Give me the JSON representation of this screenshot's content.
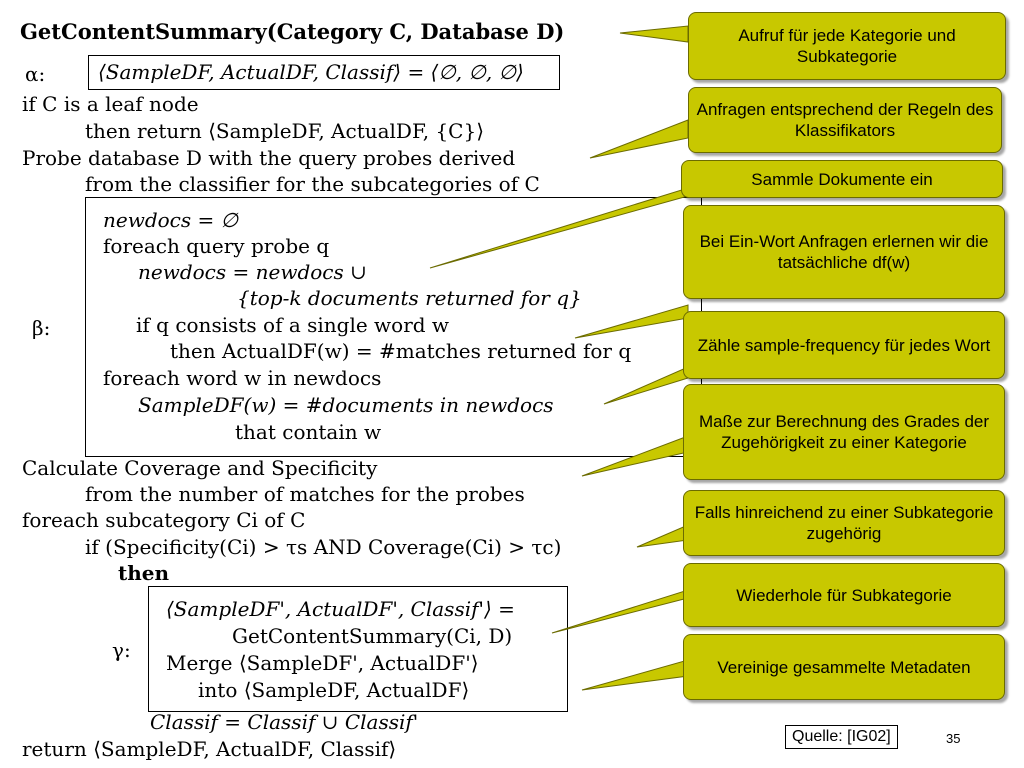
{
  "algorithm": {
    "title": "GetContentSummary(Category C, Database D)",
    "alpha_label": "α:",
    "alpha_expr": "⟨SampleDF, ActualDF, Classif⟩ = ⟨∅, ∅, ∅⟩",
    "l_if_leaf": "if C is a leaf node",
    "l_then_return": "then return ⟨SampleDF, ActualDF, {C}⟩",
    "l_probe1": "Probe database D with the query probes derived",
    "l_probe2": "from the classifier for the subcategories of C",
    "beta_label": "β:",
    "b1": "newdocs = ∅",
    "b2": "foreach query probe q",
    "b3": "newdocs = newdocs ∪",
    "b4": "{top-k documents returned for q}",
    "b5": "if q consists of a single word w",
    "b6": "then ActualDF(w) = #matches returned for q",
    "b7": "foreach word w in newdocs",
    "b8": "SampleDF(w) = #documents in newdocs",
    "b9": "that contain w",
    "l_calc1": "Calculate Coverage and Specificity",
    "l_calc2": "from the number of matches for the probes",
    "l_foreach_sub": "foreach subcategory Ci of C",
    "l_if_spec": "if (Specificity(Ci) > τs AND Coverage(Ci) > τc)",
    "l_then": "then",
    "gamma_label": "γ:",
    "g1": "⟨SampleDF', ActualDF', Classif'⟩ =",
    "g2": "GetContentSummary(Ci, D)",
    "g3": "Merge ⟨SampleDF', ActualDF'⟩",
    "g4": "into ⟨SampleDF, ActualDF⟩",
    "l_classif": "Classif = Classif ∪ Classif'",
    "l_return": "return ⟨SampleDF, ActualDF, Classif⟩"
  },
  "callouts": [
    {
      "text": "Aufruf für jede Kategorie und Subkategorie"
    },
    {
      "text": "Anfragen entsprechend der Regeln des Klassifikators"
    },
    {
      "text": "Sammle Dokumente ein"
    },
    {
      "text": "Bei Ein-Wort Anfragen erlernen wir die tatsächliche df(w)"
    },
    {
      "text": "Zähle sample-frequency für jedes Wort"
    },
    {
      "text": "Maße zur Berechnung des Grades der Zugehörigkeit zu einer Kategorie"
    },
    {
      "text": "Falls hinreichend zu einer Subkategorie zugehörig"
    },
    {
      "text": "Wiederhole für Subkategorie"
    },
    {
      "text": "Vereinige gesammelte Metadaten"
    }
  ],
  "footer": {
    "source": "Quelle: [IG02]",
    "page_number": "35"
  },
  "colors": {
    "callout_fill": "#c8c800",
    "callout_border": "#6b6b00"
  }
}
